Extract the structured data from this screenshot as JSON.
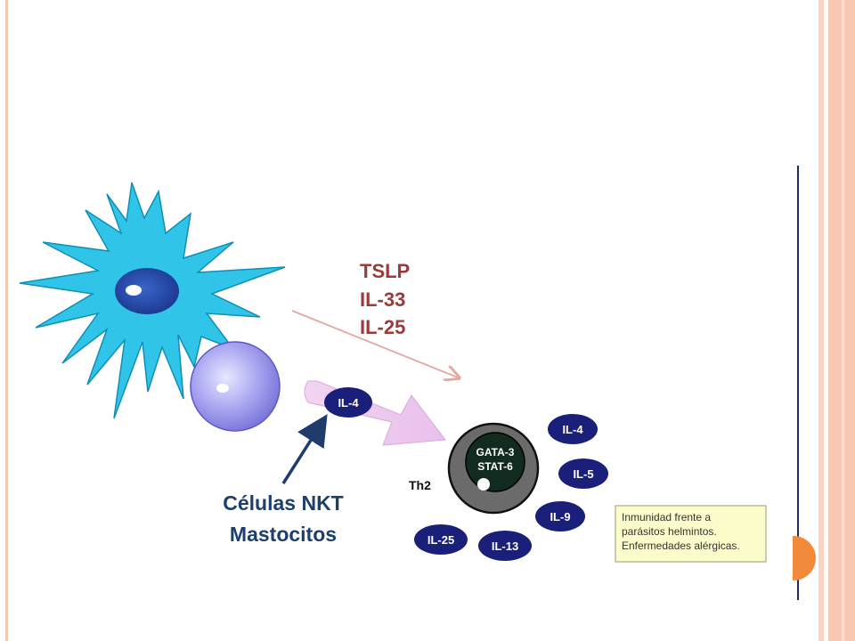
{
  "cytokines_signal": [
    "TSLP",
    "IL-33",
    "IL-25"
  ],
  "nkt_label": [
    "Células NKT",
    "Mastocitos"
  ],
  "il4_input": "IL-4",
  "th2": {
    "cell_label": "Th2",
    "nucleus": [
      "GATA-3",
      "STAT-6"
    ]
  },
  "secreted": [
    "IL-4",
    "IL-5",
    "IL-9",
    "IL-13",
    "IL-25"
  ],
  "note": [
    "Inmunidad frente a",
    "parásitos helmintos.",
    "Enfermedades alérgicas."
  ],
  "colors": {
    "dendritic_cell": "#30c5e8",
    "dendritic_nucleus": "#1b3f9c",
    "basophil": "#a9a6f0",
    "arrow_pink": "#f0c8ee",
    "signal_arrow": "#e6a7a3",
    "pill": "#1a1f7a",
    "th2_outer": "#6b6b6b",
    "th2_nucleus": "#112b1e",
    "note_bg": "#fdfdcc",
    "nkt_arrow": "#1f3c6d"
  }
}
